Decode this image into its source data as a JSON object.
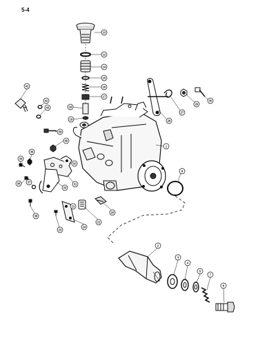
{
  "page": {
    "number": "5-4"
  },
  "diagram": {
    "subject": "fuel-injection-pump-exploded-view",
    "ink_color": "#111111",
    "background_color": "#ffffff",
    "callouts": {
      "c13": "13",
      "c12": "12",
      "c14": "14",
      "c15": "15",
      "c16": "16",
      "c17": "17",
      "c18": "18",
      "c19": "19",
      "c41": "41",
      "c42": "42",
      "c43": "43",
      "c39": "39",
      "c40": "40",
      "c1": "1",
      "c28": "28",
      "c27": "27",
      "c29": "29",
      "c30": "30",
      "c31": "31",
      "c35": "35",
      "c34": "34",
      "c32": "32",
      "c36": "36",
      "c33": "33",
      "c37": "37",
      "c38": "38",
      "c23": "23",
      "c24": "24",
      "c22": "22",
      "c20": "20",
      "c21": "21",
      "c8": "8",
      "c2": "2",
      "c3": "3",
      "c4": "4",
      "c5": "5",
      "c6": "6",
      "c7": "7"
    }
  }
}
